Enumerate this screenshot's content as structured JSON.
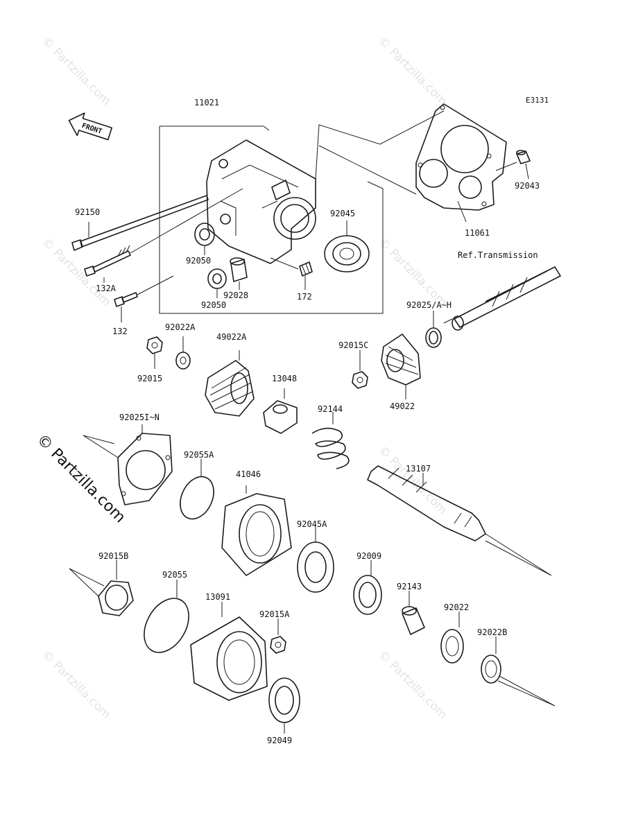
{
  "diagram_code": "E3131",
  "front_label": "FRONT",
  "watermark": "© Partzilla.com",
  "side_watermark": "© Partzilla.com",
  "ref_label": "Ref.Transmission",
  "parts": [
    {
      "id": "11021"
    },
    {
      "id": "11061"
    },
    {
      "id": "92043"
    },
    {
      "id": "92150"
    },
    {
      "id": "92045"
    },
    {
      "id": "92050"
    },
    {
      "id": "132A"
    },
    {
      "id": "92028"
    },
    {
      "id": "172"
    },
    {
      "id": "132"
    },
    {
      "id": "92022A"
    },
    {
      "id": "49022A"
    },
    {
      "id": "92015"
    },
    {
      "id": "92025/A~H"
    },
    {
      "id": "92015C"
    },
    {
      "id": "13048"
    },
    {
      "id": "49022"
    },
    {
      "id": "92144"
    },
    {
      "id": "92025I~N"
    },
    {
      "id": "92055A"
    },
    {
      "id": "41046"
    },
    {
      "id": "13107"
    },
    {
      "id": "92045A"
    },
    {
      "id": "92015B"
    },
    {
      "id": "92055"
    },
    {
      "id": "92009"
    },
    {
      "id": "92143"
    },
    {
      "id": "13091"
    },
    {
      "id": "92015A"
    },
    {
      "id": "92022"
    },
    {
      "id": "92022B"
    },
    {
      "id": "92049"
    }
  ]
}
